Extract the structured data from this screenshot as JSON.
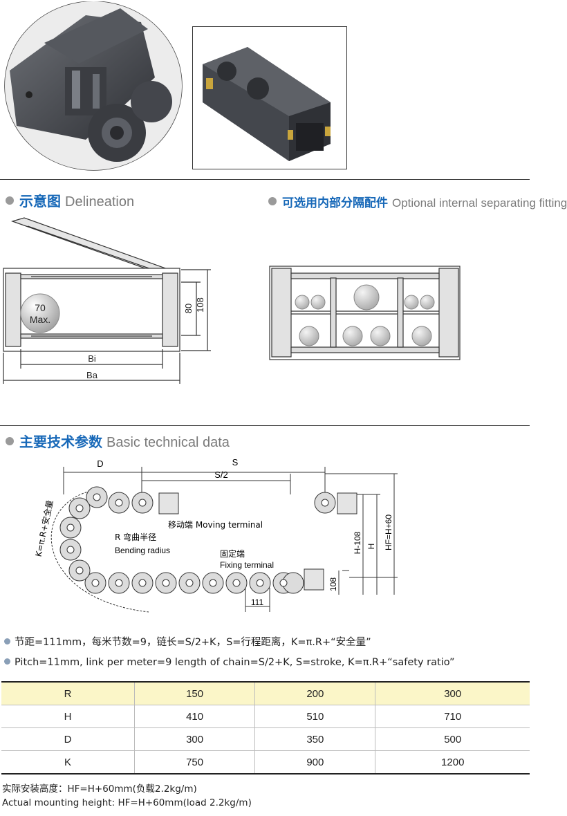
{
  "sections": {
    "delineation": {
      "cn": "示意图",
      "en": "Delineation"
    },
    "optional": {
      "cn": "可选用内部分隔配件",
      "en": "Optional internal separating fittings"
    },
    "basic": {
      "cn": "主要技术参数",
      "en": "Basic technical data"
    }
  },
  "delineation_diagram": {
    "max_label_1": "70",
    "max_label_2": "Max.",
    "dim_80": "80",
    "dim_108": "108",
    "dim_bi": "Bi",
    "dim_ba": "Ba"
  },
  "chain_diagram": {
    "label_d": "D",
    "label_s": "S",
    "label_s2": "S/2",
    "label_k": "K=π.R+安全量",
    "moving_terminal": "移动端 Moving terminal",
    "bending_cn": "R 弯曲半径",
    "bending_en": "Bending radius",
    "fixing_cn": "固定端",
    "fixing_en": "Fixing terminal",
    "dim_111": "111",
    "dim_108": "108",
    "dim_h108": "H-108",
    "dim_h": "H",
    "dim_hf": "HF=H+60"
  },
  "notes": {
    "cn": "节距=111mm，每米节数=9，链长=S/2+K，S=行程距离，K=π.R+“安全量”",
    "en": "Pitch=11mm, link per meter=9 length of chain=S/2+K, S=stroke, K=π.R+“safety ratio”"
  },
  "table": {
    "headers": [
      "R",
      "150",
      "200",
      "300"
    ],
    "rows": [
      [
        "H",
        "410",
        "510",
        "710"
      ],
      [
        "D",
        "300",
        "350",
        "500"
      ],
      [
        "K",
        "750",
        "900",
        "1200"
      ]
    ]
  },
  "footer": {
    "cn": "实际安装高度：HF=H+60mm(负载2.2kg/m)",
    "en": "Actual mounting height: HF=H+60mm(load 2.2kg/m)"
  }
}
